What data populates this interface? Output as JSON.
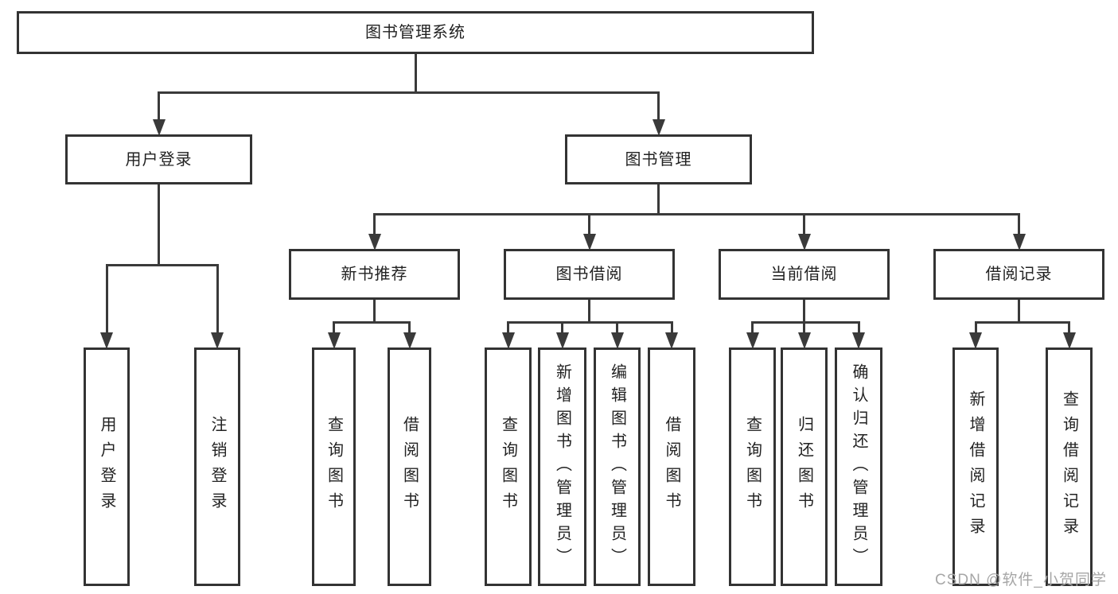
{
  "diagram_title": "图书管理系统",
  "watermark": "CSDN @软件_小贺同学",
  "colors": {
    "line": "#3a3a3a",
    "border": "#333333",
    "text": "#222222",
    "watermark": "#a6a6a6",
    "background": "#ffffff"
  },
  "tree": {
    "label": "图书管理系统",
    "children": [
      {
        "label": "用户登录",
        "children": [
          {
            "label": "用户登录"
          },
          {
            "label": "注销登录"
          }
        ]
      },
      {
        "label": "图书管理",
        "children": [
          {
            "label": "新书推荐",
            "children": [
              {
                "label": "查询图书"
              },
              {
                "label": "借阅图书"
              }
            ]
          },
          {
            "label": "图书借阅",
            "children": [
              {
                "label": "查询图书"
              },
              {
                "label": "新增图书（管理员）"
              },
              {
                "label": "编辑图书（管理员）"
              },
              {
                "label": "借阅图书"
              }
            ]
          },
          {
            "label": "当前借阅",
            "children": [
              {
                "label": "查询图书"
              },
              {
                "label": "归还图书"
              },
              {
                "label": "确认归还（管理员）"
              }
            ]
          },
          {
            "label": "借阅记录",
            "children": [
              {
                "label": "新增借阅记录"
              },
              {
                "label": "查询借阅记录"
              }
            ]
          }
        ]
      }
    ]
  },
  "nodes": [
    {
      "id": "root",
      "label": "图书管理系统",
      "vertical": false
    },
    {
      "id": "user-login",
      "label": "用户登录",
      "vertical": false
    },
    {
      "id": "book-mgmt",
      "label": "图书管理",
      "vertical": false
    },
    {
      "id": "new-book-rec",
      "label": "新书推荐",
      "vertical": false
    },
    {
      "id": "book-borrow",
      "label": "图书借阅",
      "vertical": false
    },
    {
      "id": "current-borrow",
      "label": "当前借阅",
      "vertical": false
    },
    {
      "id": "borrow-records",
      "label": "借阅记录",
      "vertical": false
    },
    {
      "id": "leaf-user-login",
      "label": "用户登录",
      "vertical": true
    },
    {
      "id": "leaf-logout",
      "label": "注销登录",
      "vertical": true
    },
    {
      "id": "leaf-query-1",
      "label": "查询图书",
      "vertical": true
    },
    {
      "id": "leaf-borrow-1",
      "label": "借阅图书",
      "vertical": true
    },
    {
      "id": "leaf-query-2",
      "label": "查询图书",
      "vertical": true
    },
    {
      "id": "leaf-add-book",
      "label": "新增图书（管理员）",
      "vertical": true
    },
    {
      "id": "leaf-edit-book",
      "label": "编辑图书（管理员）",
      "vertical": true
    },
    {
      "id": "leaf-borrow-2",
      "label": "借阅图书",
      "vertical": true
    },
    {
      "id": "leaf-query-3",
      "label": "查询图书",
      "vertical": true
    },
    {
      "id": "leaf-return-book",
      "label": "归还图书",
      "vertical": true
    },
    {
      "id": "leaf-confirm-return",
      "label": "确认归还（管理员）",
      "vertical": true
    },
    {
      "id": "leaf-add-record",
      "label": "新增借阅记录",
      "vertical": true
    },
    {
      "id": "leaf-query-record",
      "label": "查询借阅记录",
      "vertical": true
    }
  ]
}
